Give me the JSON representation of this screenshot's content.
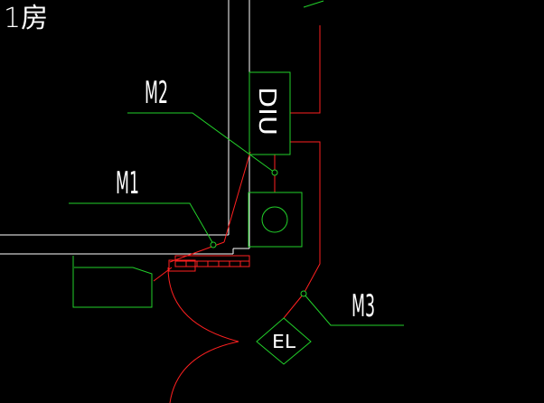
{
  "drawing": {
    "background": "#000000",
    "colors": {
      "wall": "#ffffff",
      "leader": "#22d02a",
      "equipment": "#22d02a",
      "wire": "#ff2020",
      "door": "#ff2020"
    },
    "room_label_fragment": "1房",
    "labels": {
      "m1": "M1",
      "m2": "M2",
      "m3": "M3",
      "diu": "DIU",
      "el": "EL"
    }
  }
}
